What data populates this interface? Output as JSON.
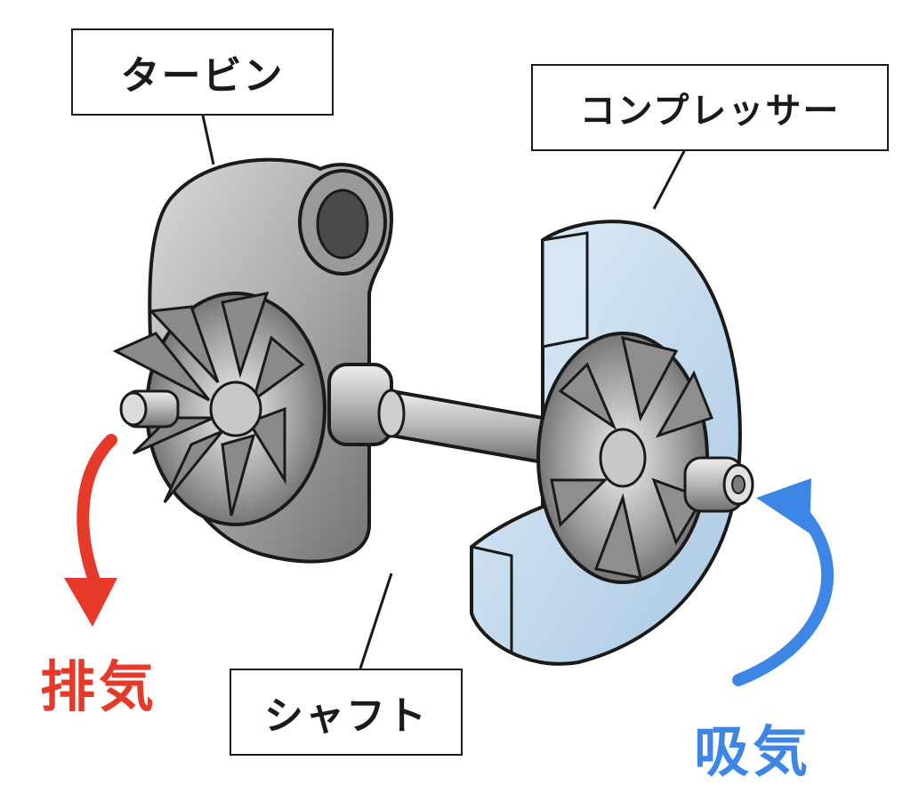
{
  "labels": {
    "turbine": "タービン",
    "compressor": "コンプレッサー",
    "shaft": "シャフト"
  },
  "flows": {
    "exhaust": "排気",
    "intake": "吸気"
  },
  "colors": {
    "exhaust": "#e53a2a",
    "intake": "#3d86e6",
    "turbine_metal": "#9a9a9a",
    "compressor_housing": "#c7ddef",
    "outline": "#1a1a1a"
  },
  "icons": {
    "exhaust_arrow": "curved-arrow-down",
    "intake_arrow": "curved-arrow-up"
  }
}
